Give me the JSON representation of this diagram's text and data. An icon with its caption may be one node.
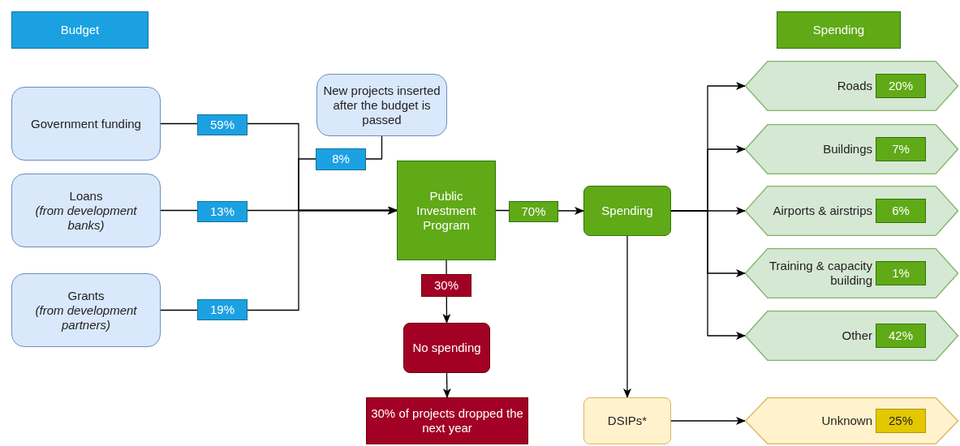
{
  "diagram": {
    "nodes": [
      {
        "text": [
          "Budget"
        ]
      },
      {
        "text": [
          "Spending"
        ]
      },
      {
        "text": [
          "Government funding"
        ]
      },
      {
        "text": [
          "Loans",
          "(from development banks)"
        ]
      },
      {
        "text": [
          "Grants",
          "(from development partners)"
        ]
      },
      {
        "text": [
          "New projects inserted after the budget is passed"
        ]
      },
      {
        "text": [
          "Public Investment Program"
        ]
      },
      {
        "text": [
          "Spending"
        ]
      },
      {
        "text": [
          "No spending"
        ]
      },
      {
        "text": [
          "30% of projects dropped the next year"
        ]
      },
      {
        "text": [
          "DSIPs*"
        ]
      },
      {
        "text": [
          "Roads"
        ]
      },
      {
        "text": [
          "20%"
        ],
        "in": 11
      },
      {
        "text": [
          "Buildings"
        ]
      },
      {
        "text": [
          "7%"
        ],
        "in": 13
      },
      {
        "text": [
          "Airports & airstrips"
        ]
      },
      {
        "text": [
          "6%"
        ],
        "in": 15
      },
      {
        "text": [
          "Training & capacity building"
        ]
      },
      {
        "text": [
          "1%"
        ],
        "in": 17
      },
      {
        "text": [
          "Other"
        ]
      },
      {
        "text": [
          "42%"
        ],
        "in": 19
      },
      {
        "text": [
          "Unknown"
        ]
      },
      {
        "text": [
          "25%"
        ],
        "in": 21
      }
    ],
    "edges": [
      {
        "from": 2,
        "to": 6,
        "label": "59%",
        "arrow": "to"
      },
      {
        "from": 5,
        "to": 6,
        "label": "8%",
        "arrow": "to"
      },
      {
        "from": 3,
        "to": 6,
        "label": "13%",
        "arrow": "to"
      },
      {
        "from": 4,
        "to": 6,
        "label": "19%",
        "arrow": "to"
      },
      {
        "from": 6,
        "to": 7,
        "label": "70%",
        "arrow": "to"
      },
      {
        "from": 6,
        "to": 8,
        "label": "30%",
        "arrow": "to"
      },
      {
        "from": 8,
        "to": 9,
        "arrow": "to"
      },
      {
        "from": 7,
        "to": 11,
        "arrow": "to"
      },
      {
        "from": 7,
        "to": 13,
        "arrow": "to"
      },
      {
        "from": 7,
        "to": 15,
        "arrow": "to"
      },
      {
        "from": 7,
        "to": 17,
        "arrow": "to"
      },
      {
        "from": 7,
        "to": 19,
        "arrow": "to"
      },
      {
        "from": 7,
        "to": 10,
        "arrow": "to"
      },
      {
        "from": 10,
        "to": 21,
        "arrow": "to"
      }
    ]
  }
}
